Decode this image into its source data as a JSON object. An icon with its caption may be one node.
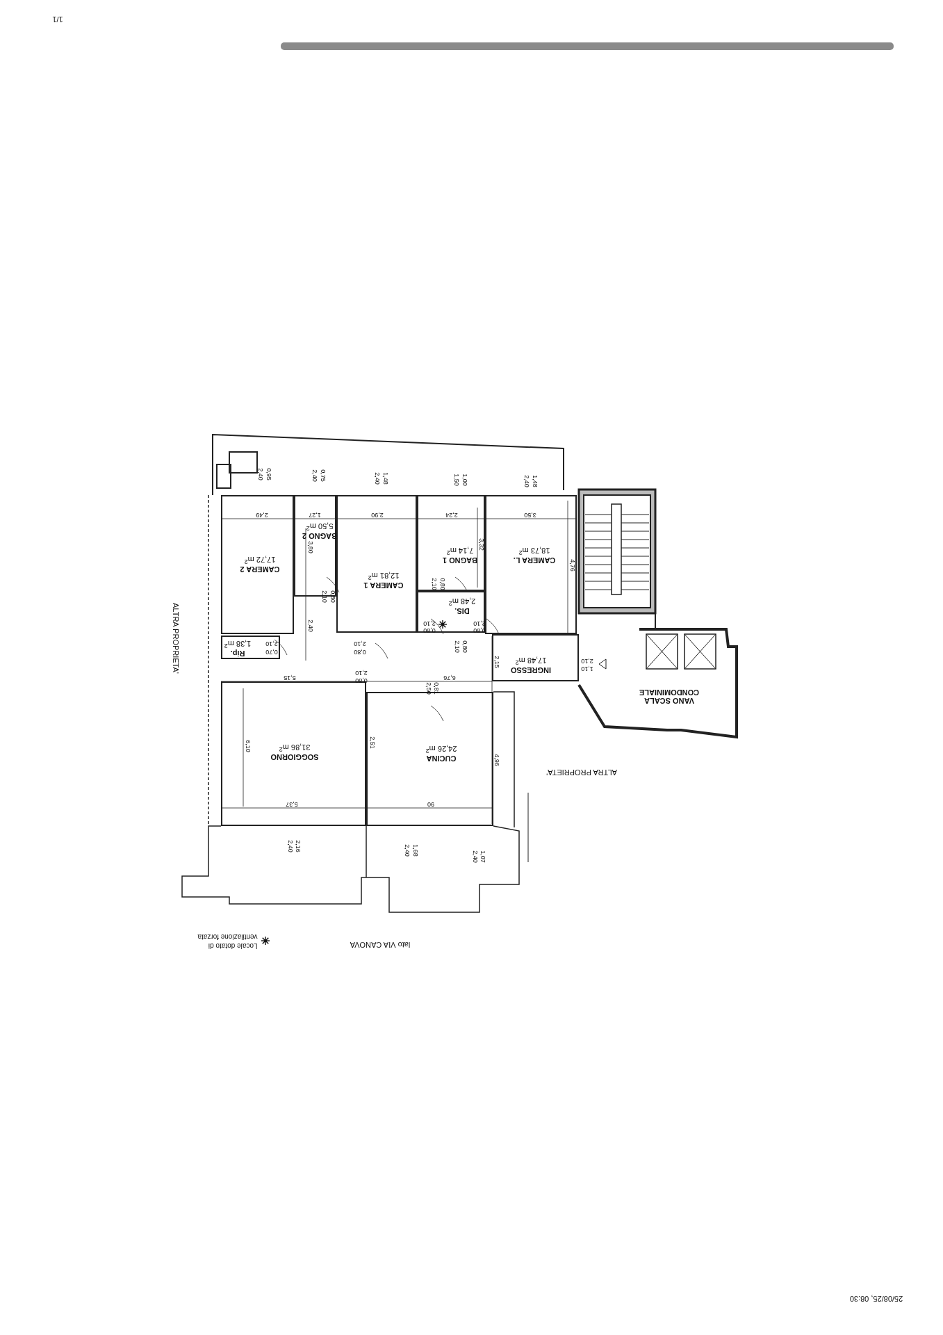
{
  "diagram": {
    "nodes": [
      {
        "text": [
          "CAMERA 2",
          "17,72 m$^{2}$"
        ]
      },
      {
        "text": [
          "BAGNO 2",
          "5,50 m$^{2}$"
        ]
      },
      {
        "text": [
          "CAMERA 1",
          "12,81 m$^{2}$"
        ]
      },
      {
        "text": [
          "BAGNO 1",
          "7,14 m$^{2}$"
        ]
      },
      {
        "text": [
          "DIS.",
          "2,48 m$^{2}$"
        ]
      },
      {
        "text": [
          "CAMERA L.",
          "18,73 m$^{2}$"
        ]
      },
      {
        "text": [
          "Rip.",
          "1,38 m$^{2}$"
        ]
      },
      {
        "text": [
          "INGRESSO",
          "17,48 m$^{2}$"
        ]
      },
      {
        "text": [
          "SOGGIORNO",
          "31,86 m$^{2}$"
        ]
      },
      {
        "text": [
          "CUCINA",
          "24,26 m$^{2}$"
        ]
      },
      {
        "text": [
          "VANO SCALA CONDOMINIALE"
        ]
      }
    ],
    "edges": [],
    "labels": [
      "1/1",
      "0,95",
      "2,40",
      "0,75",
      "2,40",
      "1,48",
      "2,40",
      "1,00",
      "1,50",
      "1,48",
      "2,40",
      "2,49",
      "1,27",
      "2,90",
      "2,24",
      "3,50",
      "3,80",
      "3,32",
      "4,76",
      "0,80",
      "2,10",
      "0,80",
      "2,10",
      "2,10",
      "0,80",
      "2,10",
      "0,80",
      "0,80",
      "2,10",
      "2,10",
      "0,70",
      "2,10",
      "0,80",
      "2,40",
      "2,15",
      "2,10",
      "1,10",
      "2,10",
      "0,80",
      "5,15",
      "6,76",
      "0,81",
      "2,50",
      "6,10",
      "2,51",
      "4,96",
      "5,37",
      "90",
      "2,16",
      "2,40",
      "1,68",
      "2,40",
      "1,07",
      "2,40",
      "ALTRA PROPRIETA'",
      "ALTRA PROPRIETA'",
      "lato VIA CANOVA",
      "25/08/25, 08:30"
    ],
    "legend": [
      {
        "text": "Locale dotato di ventilazione forzata"
      }
    ]
  }
}
